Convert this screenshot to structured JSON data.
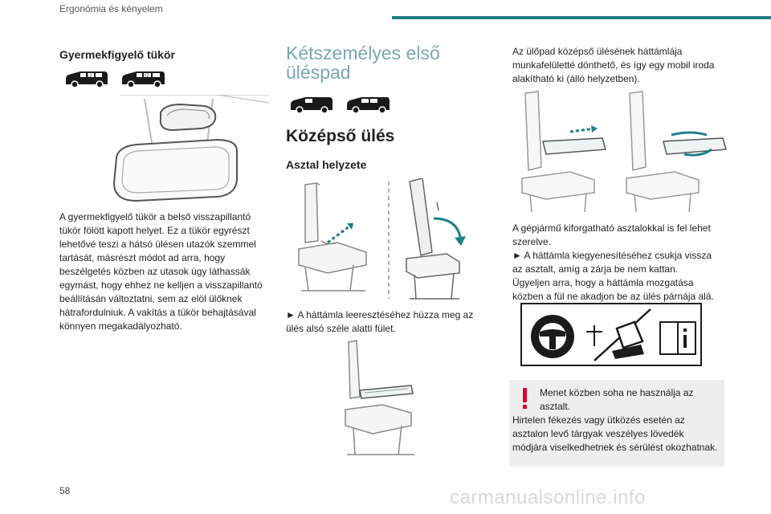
{
  "header": {
    "section": "Ergonómia és kényelem"
  },
  "col1": {
    "title": "Gyermekfigyelő tükör",
    "body": "A gyermekfigyelő tükör a belső visszapillantó tükör fölött kapott helyet. Ez a tükör egyrészt lehetővé teszi a hátsó ülésen utazók szemmel tartását, másrészt módot ad arra, hogy beszélgetés közben az utasok úgy láthassák egymást, hogy ehhez ne kelljen a visszapillantó beállításán változtatni, sem az elöl ülőknek hátrafordulniuk. A vakítás a tükör behajtásával könnyen megakadályozható."
  },
  "col2": {
    "big_title": "Kétszemélyes első üléspad",
    "heading": "Középső ülés",
    "subheading": "Asztal helyzete",
    "instruction": "► A háttámla leeresztéséhez húzza meg az ülés alsó széle alatti fület."
  },
  "col3": {
    "intro": "Az ülőpad középső ülésének háttámlája munkafelületté dönthető, és így egy mobil iroda alakítható ki (álló helyzetben).",
    "body1": "A gépjármű kiforgatható asztalokkal is fel lehet szerelve.",
    "body2": "► A háttámla kiegyenesítéséhez csukja vissza az asztalt, amíg a zárja be nem kattan.",
    "body3": "Ügyeljen arra, hogy a háttámla mozgatása közben a fül ne akadjon be az ülés párnája alá.",
    "warning_title": "Menet közben soha ne használja az asztalt.",
    "warning_body": "Hirtelen fékezés vagy ütközés esetén az asztalon levő tárgyak veszélyes lövedék módjára viselkedhetnek és sérülést okozhatnak.",
    "warning_color": "#d9002b"
  },
  "car_labels": {
    "l1": "L1",
    "l2": "L2"
  },
  "accent": "#1f7f87",
  "page_number": "58",
  "watermark": "carmanualsonline.info"
}
